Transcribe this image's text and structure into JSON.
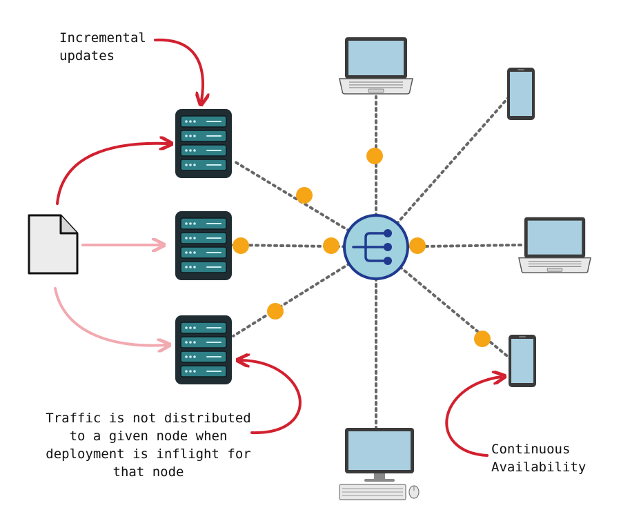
{
  "annotations": {
    "incremental": [
      "Incremental",
      "updates"
    ],
    "traffic": [
      "Traffic is not distributed",
      "to a given node when",
      "deployment is inflight for",
      "that node"
    ],
    "continuous": [
      "Continuous",
      "Availability"
    ]
  },
  "icons": {
    "document": "document-icon",
    "server": "server-icon",
    "load_balancer": "load-balancer-icon",
    "laptop": "laptop-icon",
    "phone": "phone-icon",
    "desktop": "desktop-icon"
  },
  "colors": {
    "arrow_red": "#d2202f",
    "arrow_pink": "#f2a9b0",
    "server_dark": "#1f2d33",
    "server_teal": "#2f7f86",
    "hub_fill": "#9fd1de",
    "hub_stroke": "#1f3a8f",
    "dot_orange": "#f5a516",
    "line_gray": "#666666",
    "screen_blue": "#a9cfe0"
  }
}
